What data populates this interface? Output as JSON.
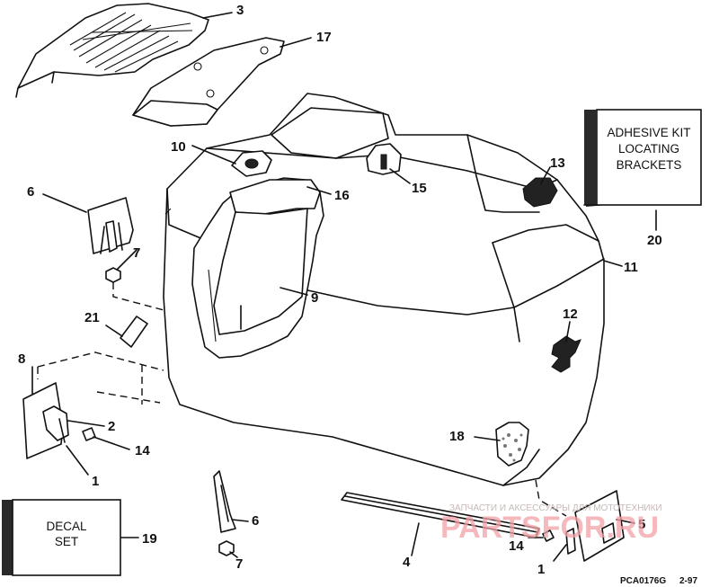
{
  "callouts": {
    "n1a": "1",
    "n1b": "1",
    "n2": "2",
    "n3": "3",
    "n4": "4",
    "n5": "5",
    "n6a": "6",
    "n6b": "6",
    "n7a": "7",
    "n7b": "7",
    "n8": "8",
    "n9": "9",
    "n10": "10",
    "n11": "11",
    "n12": "12",
    "n13": "13",
    "n14a": "14",
    "n14b": "14",
    "n15": "15",
    "n16": "16",
    "n17": "17",
    "n18": "18",
    "n19": "19",
    "n20": "20",
    "n21": "21"
  },
  "boxes": {
    "adhesive_kit": [
      "ADHESIVE KIT",
      "LOCATING",
      "BRACKETS"
    ],
    "decal_set": [
      "DECAL",
      "SET"
    ]
  },
  "footer": {
    "code": "PCA0176G",
    "date": "2-97"
  },
  "watermark": {
    "tagline": "ЗАПЧАСТИ И АКСЕССУАРЫ ДЛЯ МОТОТЕХНИКИ",
    "brand": "PARTSFOR.RU"
  }
}
